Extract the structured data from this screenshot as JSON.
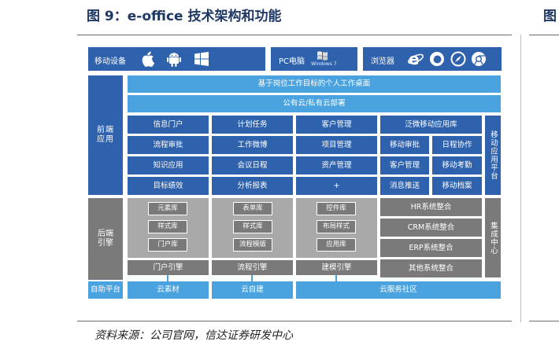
{
  "header": {
    "title": "图 9：e-office 技术架构和功能",
    "next_title_fragment": "图"
  },
  "top_bar": {
    "mobile_label": "移动设备",
    "pc_label": "PC电脑",
    "windows7_label": "Windows 7",
    "browser_label": "浏览器"
  },
  "front": {
    "side_label": "前端\n应用",
    "banner1": "基于岗位工作目标的个人工作桌面",
    "banner2": "公有云/私有云部署",
    "col1": [
      "信息门户",
      "流程审批",
      "知识应用",
      "目标绩效"
    ],
    "col2": [
      "计划任务",
      "工作微博",
      "会议日程",
      "分析报表"
    ],
    "col3": [
      "客户管理",
      "项目管理",
      "资产管理",
      "+"
    ],
    "mobile_header": "泛微移动应用库",
    "mobile_items": [
      "移动审批",
      "日程协作",
      "客户管理",
      "移动考勤",
      "消息推送",
      "移动档案"
    ],
    "mobile_platform": "移动应用平台"
  },
  "backend": {
    "side_label": "后端\n引擎",
    "col1_items": [
      "元素库",
      "样式库",
      "门户库"
    ],
    "col1_engine": "门户引擎",
    "col2_items": [
      "表单库",
      "样式库",
      "流程模版"
    ],
    "col2_engine": "流程引擎",
    "col3_items": [
      "控件库",
      "布局样式",
      "应用库"
    ],
    "col3_engine": "建模引擎",
    "integrations": [
      "HR系统整合",
      "CRM系统整合",
      "ERP系统整合",
      "其他系统整合"
    ],
    "integration_center": "集成中心"
  },
  "bottom": {
    "side_label": "自助平台",
    "items": [
      "云素材",
      "云自建",
      "云服务社区"
    ]
  },
  "source": "资料来源：公司官网，信达证券研发中心",
  "colors": {
    "dark_blue": "#2f62ad",
    "light_blue": "#4aa3df",
    "grey": "#7a7a7a",
    "title": "#1f3864"
  }
}
